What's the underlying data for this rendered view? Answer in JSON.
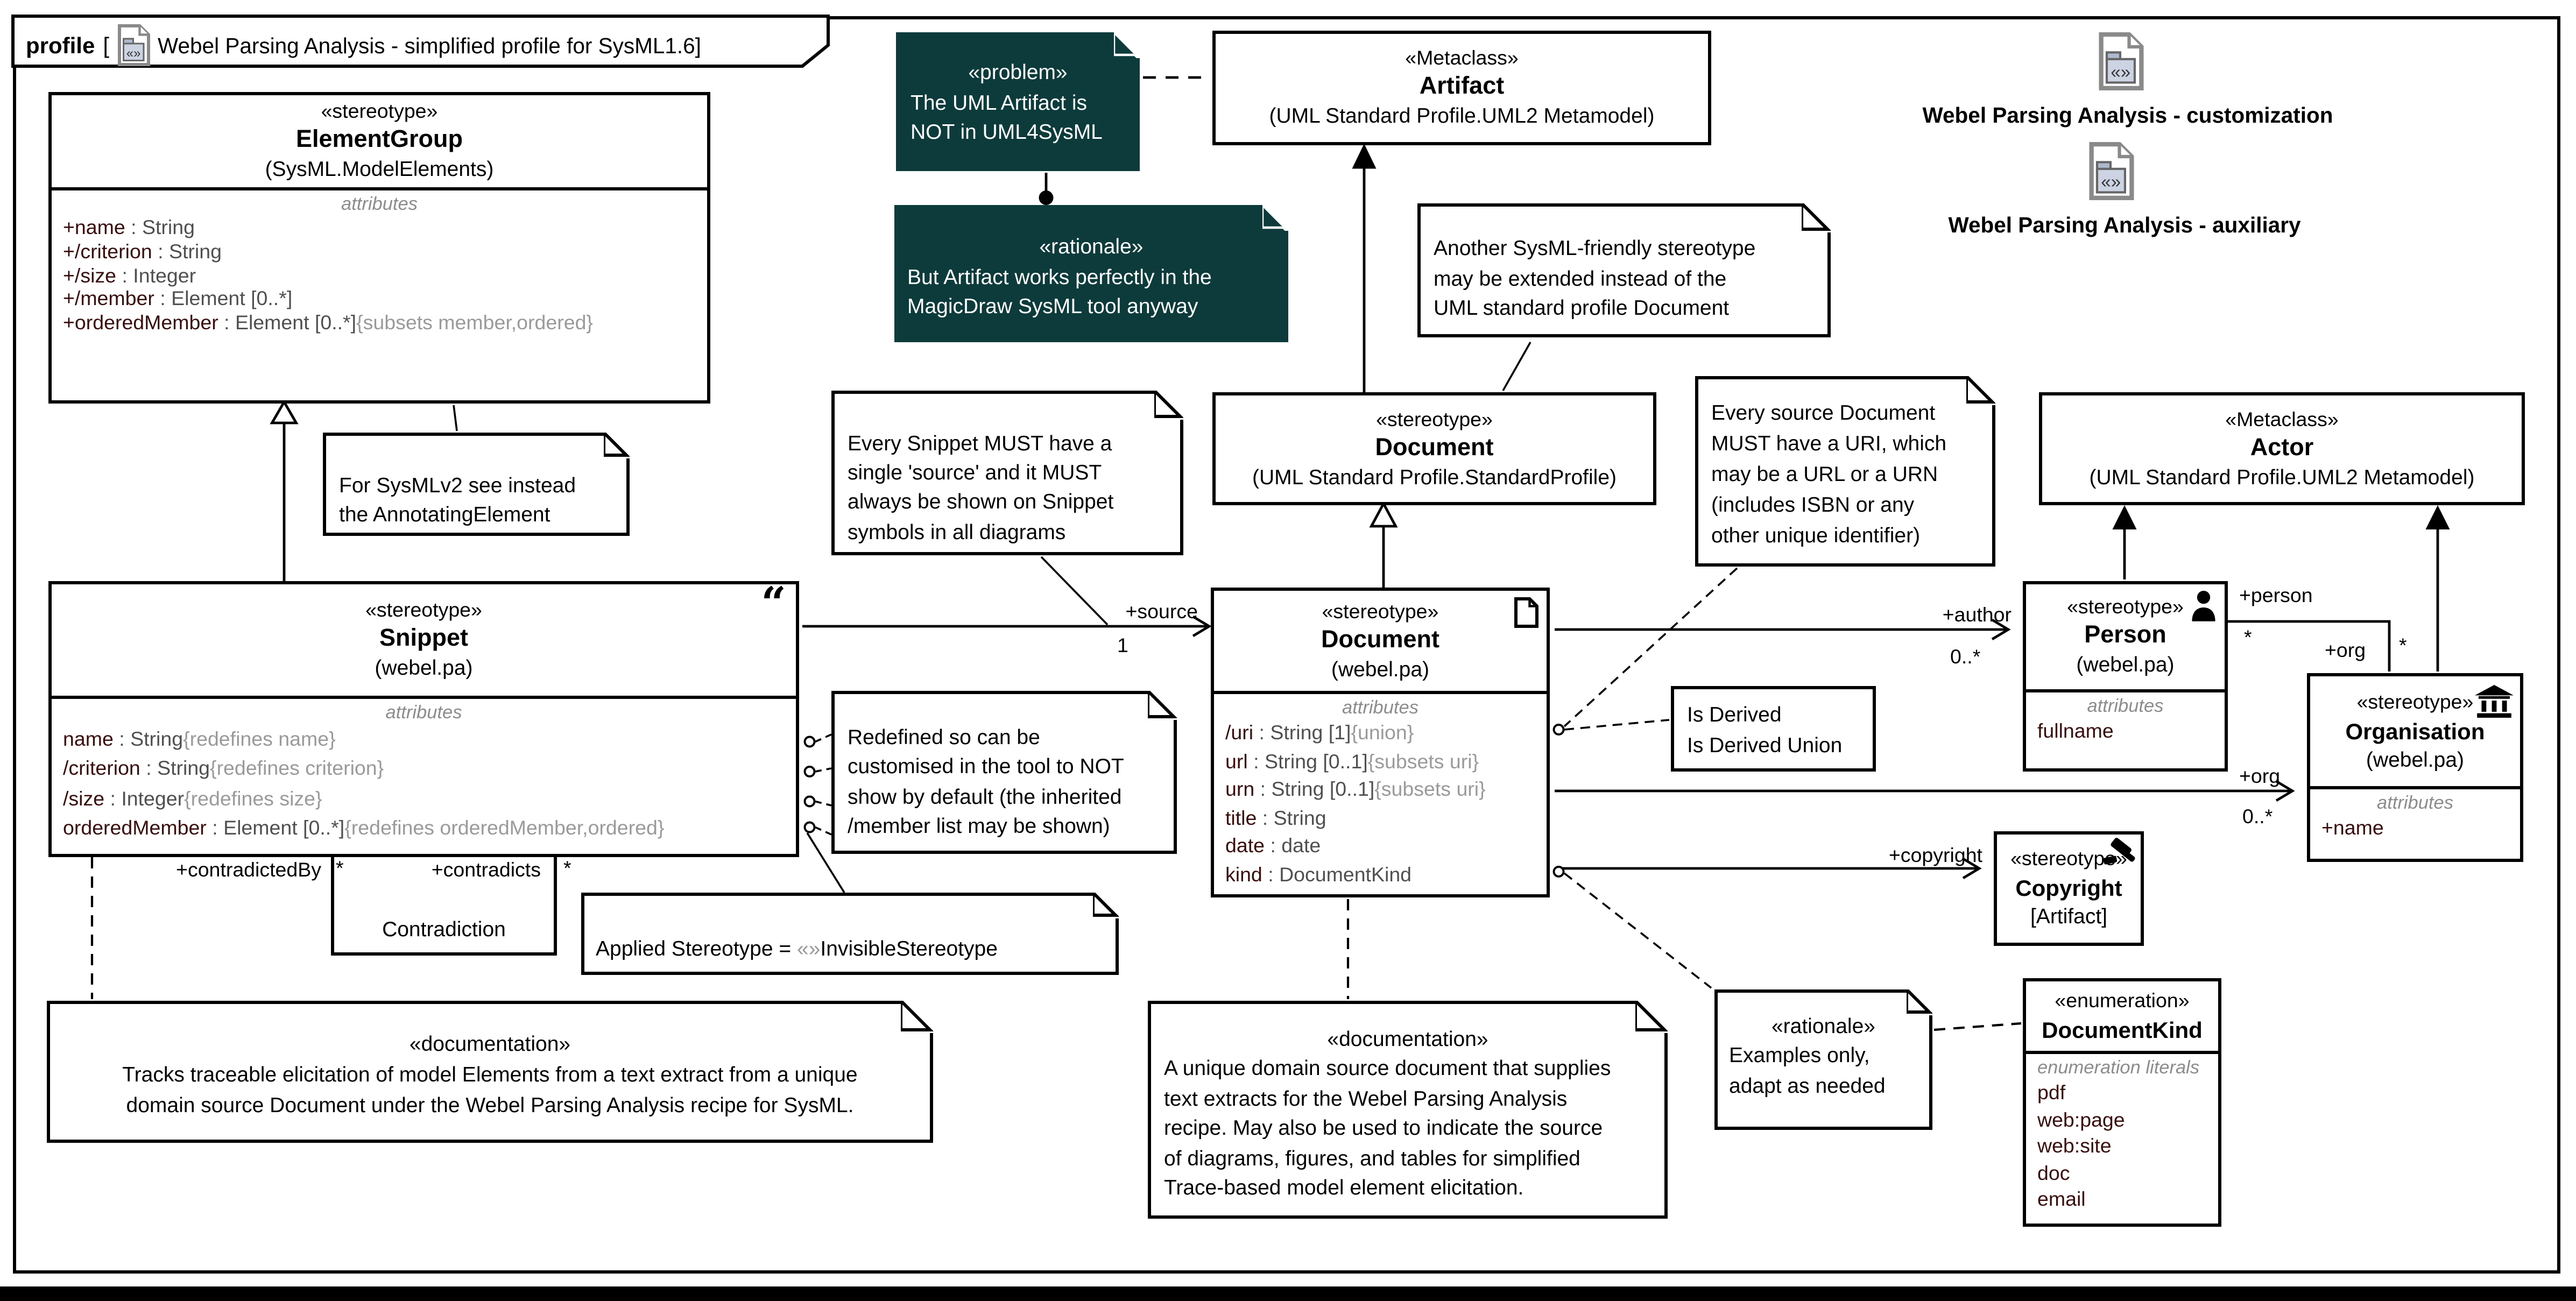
{
  "frame": {
    "keyword": "profile",
    "bracket": "[",
    "title": "Webel Parsing Analysis - simplified profile for SysML1.6]"
  },
  "palette": {
    "customization": "Webel Parsing Analysis - customization",
    "auxiliary": "Webel Parsing Analysis - auxiliary"
  },
  "colors": {
    "dark_note_bg": "#0d3a3a",
    "attr_name": "#3a0d0d",
    "attr_type": "#4f4f4f",
    "attr_constraint": "#9a9a9a",
    "section_label": "#8c8c8c"
  },
  "classes": {
    "artifact": {
      "stereotype": "«Metaclass»",
      "name": "Artifact",
      "package": "(UML Standard Profile.UML2 Metamodel)"
    },
    "actor": {
      "stereotype": "«Metaclass»",
      "name": "Actor",
      "package": "(UML Standard Profile.UML2 Metamodel)"
    },
    "document_std": {
      "stereotype": "«stereotype»",
      "name": "Document",
      "package": "(UML Standard Profile.StandardProfile)"
    },
    "element_group": {
      "stereotype": "«stereotype»",
      "name": "ElementGroup",
      "package": "(SysML.ModelElements)",
      "section": "attributes",
      "attrs": [
        [
          "+name",
          " : String",
          ""
        ],
        [
          "+/criterion",
          " : String",
          ""
        ],
        [
          "+/size",
          " : Integer",
          ""
        ],
        [
          "+/member",
          " : Element [0..*]",
          ""
        ],
        [
          "+orderedMember",
          " : Element [0..*]",
          "{subsets member,ordered}"
        ]
      ]
    },
    "snippet": {
      "stereotype": "«stereotype»",
      "name": "Snippet",
      "package": "(webel.pa)",
      "section": "attributes",
      "attrs": [
        [
          "name",
          " : String",
          "{redefines name}"
        ],
        [
          "/criterion",
          " : String",
          "{redefines criterion}"
        ],
        [
          "/size",
          " : Integer",
          "{redefines size}"
        ],
        [
          "orderedMember",
          " : Element [0..*]",
          "{redefines orderedMember,ordered}"
        ]
      ]
    },
    "document_webel": {
      "stereotype": "«stereotype»",
      "name": "Document",
      "package": "(webel.pa)",
      "section": "attributes",
      "attrs": [
        [
          "/uri",
          " : String [1]",
          "{union}"
        ],
        [
          "url",
          " : String [0..1]",
          "{subsets uri}"
        ],
        [
          "urn",
          " : String [0..1]",
          "{subsets uri}"
        ],
        [
          "title",
          " : String",
          ""
        ],
        [
          "date",
          " : date",
          ""
        ],
        [
          "kind",
          " : DocumentKind",
          ""
        ]
      ]
    },
    "person": {
      "stereotype": "«stereotype»",
      "name": "Person",
      "package": "(webel.pa)",
      "section": "attributes",
      "attrs": [
        [
          "fullname",
          "",
          ""
        ]
      ]
    },
    "organisation": {
      "stereotype": "«stereotype»",
      "name": "Organisation",
      "package": "(webel.pa)",
      "section": "attributes",
      "attrs": [
        [
          "+name",
          "",
          ""
        ]
      ]
    },
    "copyright": {
      "stereotype": "«stereotype»",
      "name": "Copyright",
      "package": "[Artifact]"
    },
    "document_kind": {
      "stereotype": "«enumeration»",
      "name": "DocumentKind",
      "section": "enumeration literals",
      "literals": [
        "pdf",
        "web:page",
        "web:site",
        "doc",
        "email"
      ]
    },
    "contradiction": {
      "name": "Contradiction"
    }
  },
  "notes": {
    "problem": {
      "title": "«problem»",
      "lines": [
        "The UML Artifact is",
        "NOT in UML4SysML"
      ]
    },
    "rationale_artifact": {
      "title": "«rationale»",
      "lines": [
        "But Artifact works perfectly in the",
        "MagicDraw SysML tool anyway"
      ]
    },
    "another_stereotype": {
      "lines": [
        "Another SysML-friendly stereotype",
        "may be extended instead of the",
        "UML standard profile Document"
      ]
    },
    "every_snippet": {
      "lines": [
        "Every Snippet MUST have a",
        "single 'source' and it MUST",
        "always be shown on Snippet",
        "symbols in all diagrams"
      ]
    },
    "every_source": {
      "lines": [
        "Every source Document",
        "MUST have a URI, which",
        "may be a URL or a URN",
        "(includes ISBN or any",
        "other unique identifier)"
      ]
    },
    "sysmlv2": {
      "lines": [
        "For SysMLv2 see instead",
        "the AnnotatingElement"
      ]
    },
    "redefined": {
      "lines": [
        "Redefined so can be",
        "customised in the tool to NOT",
        "show by default (the inherited",
        "/member list may be shown)"
      ]
    },
    "applied_stereotype": {
      "pre": "Applied Stereotype = ",
      "guillemets": "«»",
      "post": "InvisibleStereotype"
    },
    "doc_snippet": {
      "title": "«documentation»",
      "lines": [
        "Tracks traceable elicitation of model Elements from a text extract from a unique",
        "domain source Document under the Webel Parsing Analysis recipe for SysML."
      ]
    },
    "doc_document": {
      "title": "«documentation»",
      "lines": [
        "A unique domain source document that supplies",
        "text extracts for the Webel Parsing Analysis",
        "recipe. May also be used to indicate the source",
        "of diagrams, figures, and tables for simplified",
        "Trace-based model element elicitation."
      ]
    },
    "examples": {
      "title": "«rationale»",
      "lines": [
        "Examples only,",
        "adapt as needed"
      ]
    },
    "is_derived": {
      "lines": [
        "Is Derived",
        "Is Derived Union"
      ]
    }
  },
  "edges": {
    "source": {
      "name": "+source",
      "mult": "1"
    },
    "author": {
      "name": "+author",
      "mult": "0..*"
    },
    "person": {
      "name": "+person",
      "mult": "*"
    },
    "org_person": {
      "name": "+org",
      "mult": "*"
    },
    "org_document": {
      "name": "+org",
      "mult": "0..*"
    },
    "copyright": {
      "name": "+copyright"
    },
    "contradicted_by": {
      "name": "+contradictedBy",
      "mult": "*"
    },
    "contradicts": {
      "name": "+contradicts",
      "mult": "*"
    }
  }
}
